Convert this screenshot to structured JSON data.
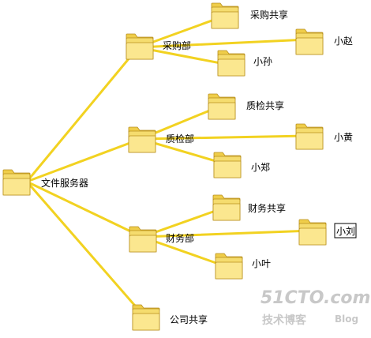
{
  "colors": {
    "connector": "#f2d221",
    "folder_body": "#f5dc6e",
    "folder_tab": "#efcd4a",
    "folder_front": "#fbe78f",
    "folder_outline": "#b88f1c",
    "watermark": "#c8c8c8"
  },
  "icon": "folder-icon",
  "root": {
    "label": "文件服务器"
  },
  "departments": [
    {
      "label": "采购部",
      "children": [
        {
          "label": "采购共享"
        },
        {
          "label": "小赵"
        },
        {
          "label": "小孙"
        }
      ]
    },
    {
      "label": "质检部",
      "children": [
        {
          "label": "质检共享"
        },
        {
          "label": "小黄"
        },
        {
          "label": "小郑"
        }
      ]
    },
    {
      "label": "财务部",
      "children": [
        {
          "label": "财务共享"
        },
        {
          "label": "小刘"
        },
        {
          "label": "小叶"
        }
      ]
    }
  ],
  "shared": {
    "label": "公司共享"
  },
  "watermark": {
    "line1": "51CTO.com",
    "line2": "技术博客",
    "line3": "Blog"
  }
}
